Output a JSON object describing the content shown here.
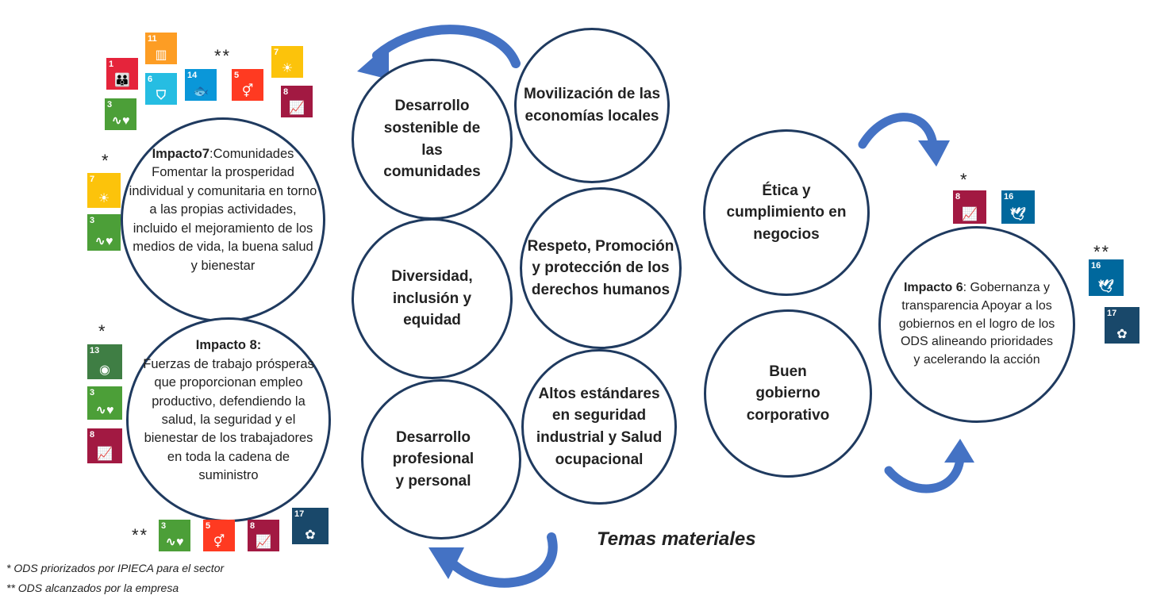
{
  "material_topics": [
    "Movilización de las economías locales",
    "Desarrollo sostenible de las comunidades",
    "Diversidad, inclusión y equidad",
    "Respeto, Promoción y protección de los derechos humanos",
    "Altos estándares en seguridad industrial y Salud ocupacional",
    "Desarrollo profesional y personal",
    "Ética y cumplimiento en negocios",
    "Buen gobierno corporativo"
  ],
  "material_topics_title": "Temas materiales",
  "impacts": {
    "i7": {
      "title": "Impacto7",
      "text": ":Comunidades Fomentar la prosperidad individual y comunitaria en torno a las propias actividades, incluido el mejoramiento de los medios de vida, la buena salud y bienestar"
    },
    "i8": {
      "title": "Impacto 8:",
      "text": "Fuerzas de trabajo prósperas que proporcionan empleo productivo, defendiendo la salud, la seguridad y el bienestar de los trabajadores en toda la cadena de suministro"
    },
    "i6": {
      "title": "Impacto 6",
      "text": ": Gobernanza y transparencia Apoyar a los gobiernos en el logro de los ODS alineando prioridades y acelerando la acción"
    }
  },
  "marks": {
    "single": "*",
    "double": "**"
  },
  "notes": {
    "n1": "* ODS priorizados por IPIECA para el sector",
    "n2": "** ODS alcanzados por la empresa"
  },
  "sdg_colors": {
    "3": "#4c9f38",
    "5": "#ff3a21",
    "6": "#26bde2",
    "7": "#fcc30b",
    "8": "#a21942",
    "11": "#fd9d24",
    "13": "#3f7e44",
    "14": "#0a97d9",
    "16": "#00689d",
    "17": "#19486a",
    "1": "#e5243b"
  },
  "sdg_icons": {
    "1": "people-icon",
    "3": "heartbeat-icon",
    "5": "gender-icon",
    "6": "water-icon",
    "7": "sun-icon",
    "8": "growth-chart-icon",
    "11": "city-icon",
    "13": "eye-icon",
    "14": "fish-icon",
    "16": "dove-icon",
    "17": "flower-icon"
  }
}
